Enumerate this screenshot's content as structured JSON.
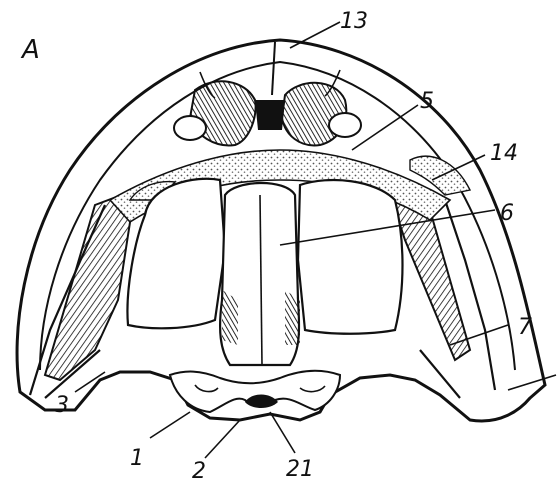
{
  "figure": {
    "panel_label": "A",
    "labels": {
      "l13": "13",
      "l5": "5",
      "l14": "14",
      "l6": "6",
      "l7": "7",
      "l3": "3",
      "l1": "1",
      "l2": "2",
      "l21": "21"
    }
  },
  "colors": {
    "ink": "#111111",
    "paper": "#ffffff",
    "stipple": "#bdbdbd"
  }
}
